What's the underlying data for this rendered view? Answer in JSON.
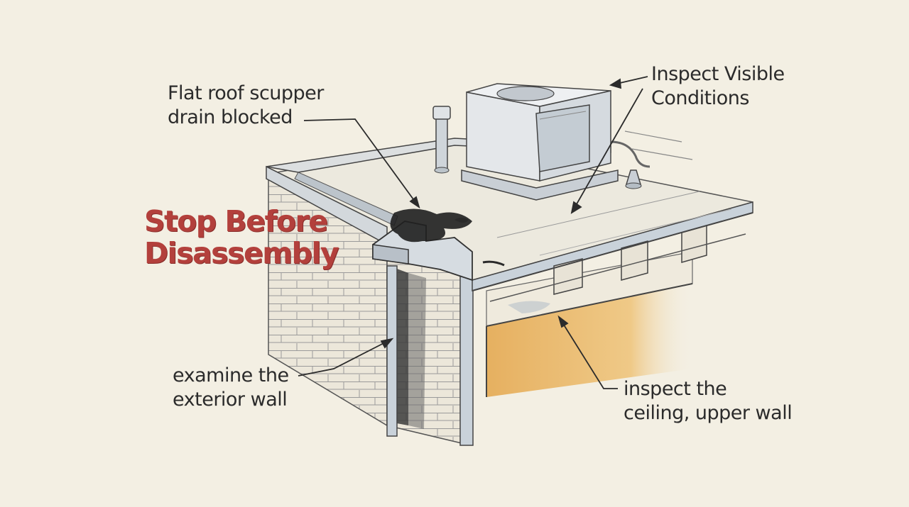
{
  "title": {
    "line1": "Stop Before",
    "line2": "Disassembly"
  },
  "callouts": {
    "scupper": {
      "line1": "Flat roof scupper",
      "line2": "drain blocked"
    },
    "inspect_visible": {
      "line1": "Inspect Visible",
      "line2": "Conditions"
    },
    "exterior_wall": {
      "line1": "examine the",
      "line2": "exterior wall"
    },
    "ceiling": {
      "line1": "inspect the",
      "line2": "ceiling, upper wall"
    }
  },
  "colors": {
    "background": "#f3efe3",
    "title_red": "#b3403c",
    "ink": "#2b2b2b",
    "water_stain": "#e9b96a",
    "roof_membrane": "#ece9de",
    "metal": "#c9d2da"
  }
}
